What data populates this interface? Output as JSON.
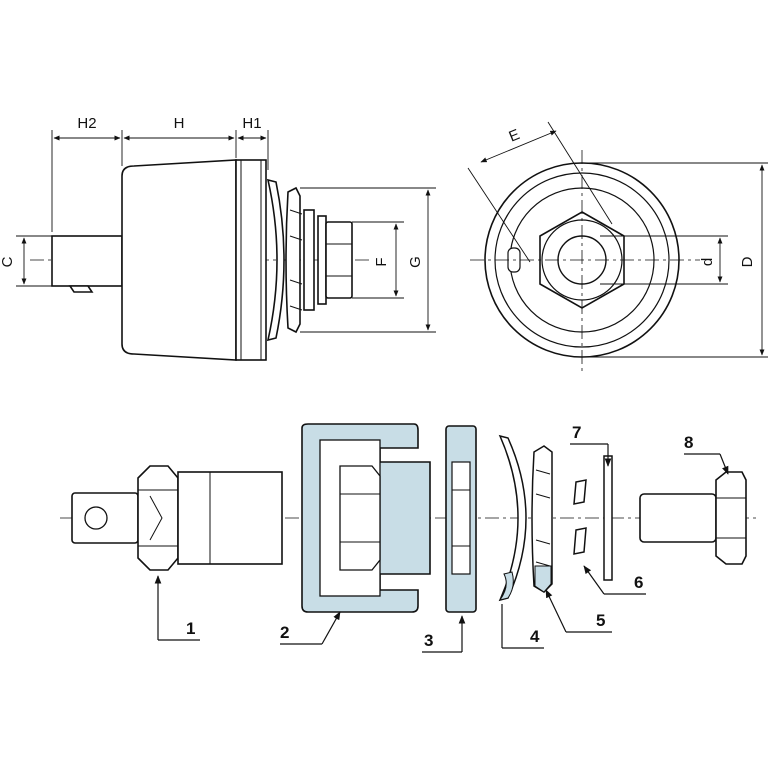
{
  "dimensions": {
    "h2": "H2",
    "h": "H",
    "h1": "H1",
    "c": "C",
    "f": "F",
    "g": "G",
    "e": "E",
    "d_small": "d",
    "d_large": "D"
  },
  "parts": [
    {
      "number": "1"
    },
    {
      "number": "2"
    },
    {
      "number": "3"
    },
    {
      "number": "4"
    },
    {
      "number": "5"
    },
    {
      "number": "6"
    },
    {
      "number": "7"
    },
    {
      "number": "8"
    }
  ],
  "colors": {
    "line": "#111111",
    "highlight": "#c8dde6",
    "fill": "#ffffff"
  }
}
